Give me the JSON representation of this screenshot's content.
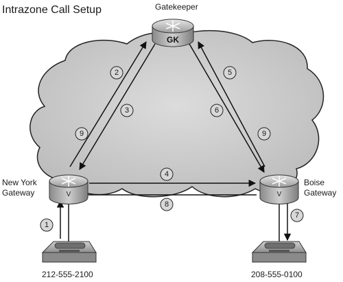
{
  "title": "Intrazone Call Setup",
  "nodes": {
    "gatekeeper": {
      "label": "Gatekeeper",
      "tag": "GK"
    },
    "new_york": {
      "label_line1": "New York",
      "label_line2": "Gateway",
      "tag": "V"
    },
    "boise": {
      "label_line1": "Boise",
      "label_line2": "Gateway",
      "tag": "V"
    }
  },
  "phones": {
    "left": {
      "number": "212-555-2100"
    },
    "right": {
      "number": "208-555-0100"
    }
  },
  "steps": [
    "1",
    "2",
    "3",
    "4",
    "5",
    "6",
    "7",
    "8",
    "9",
    "9"
  ],
  "colors": {
    "cloud": "#c8c8c8",
    "cloud_edge": "#222222",
    "router": "#a9a9a9",
    "arrow": "#111111"
  }
}
